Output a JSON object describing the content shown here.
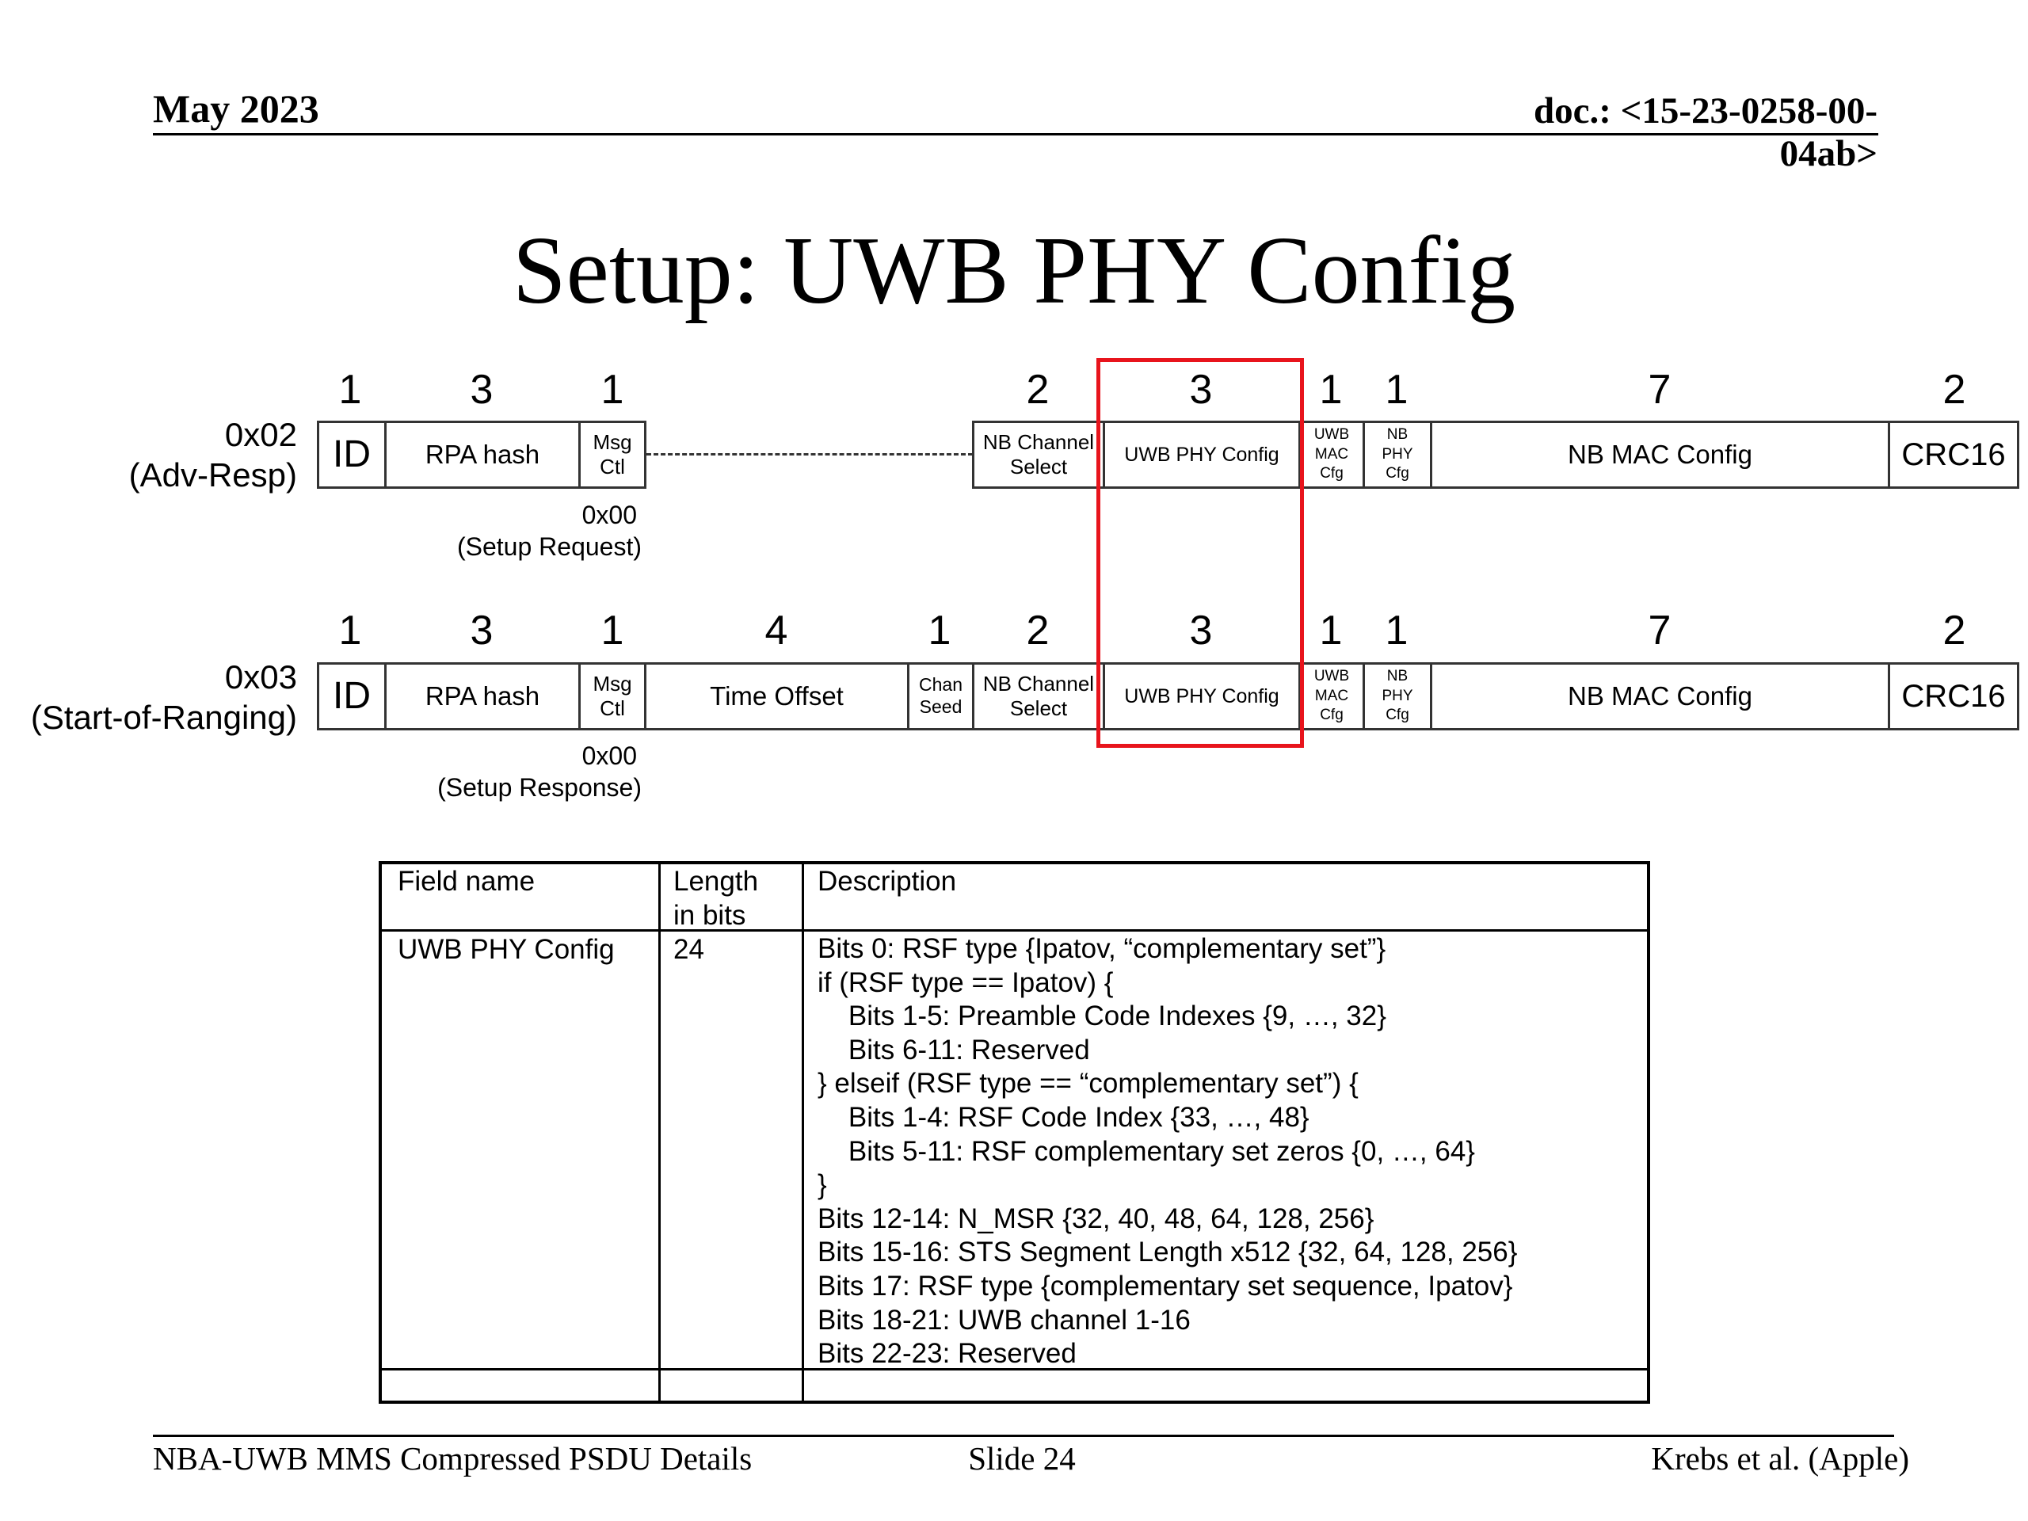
{
  "header": {
    "date": "May 2023",
    "doc": "doc.: <15-23-0258-00-04ab>"
  },
  "title": "Setup: UWB PHY Config",
  "diagram": {
    "highlight_color": "#e8141c",
    "row1": {
      "label_code": "0x02",
      "label_name": "(Adv-Resp)",
      "numbers": [
        "1",
        "3",
        "1",
        "2",
        "3",
        "1",
        "1",
        "7",
        "2"
      ],
      "fields": {
        "id": "ID",
        "rpa_hash": "RPA hash",
        "msg_ctl_1": "Msg",
        "msg_ctl_2": "Ctl",
        "nb_channel_1": "NB Channel",
        "nb_channel_2": "Select",
        "uwb_phy_config": "UWB PHY Config",
        "uwb_mac_1": "UWB",
        "uwb_mac_2": "MAC",
        "uwb_mac_3": "Cfg",
        "nb_phy_1": "NB",
        "nb_phy_2": "PHY",
        "nb_phy_3": "Cfg",
        "nb_mac_config": "NB MAC Config",
        "crc16": "CRC16"
      },
      "sub_code": "0x00",
      "sub_name": "(Setup Request)"
    },
    "row2": {
      "label_code": "0x03",
      "label_name": "(Start-of-Ranging)",
      "numbers": [
        "1",
        "3",
        "1",
        "4",
        "1",
        "2",
        "3",
        "1",
        "1",
        "7",
        "2"
      ],
      "fields": {
        "id": "ID",
        "rpa_hash": "RPA hash",
        "msg_ctl_1": "Msg",
        "msg_ctl_2": "Ctl",
        "time_offset": "Time Offset",
        "chan_seed_1": "Chan",
        "chan_seed_2": "Seed",
        "nb_channel_1": "NB Channel",
        "nb_channel_2": "Select",
        "uwb_phy_config": "UWB PHY Config",
        "uwb_mac_1": "UWB",
        "uwb_mac_2": "MAC",
        "uwb_mac_3": "Cfg",
        "nb_phy_1": "NB",
        "nb_phy_2": "PHY",
        "nb_phy_3": "Cfg",
        "nb_mac_config": "NB MAC Config",
        "crc16": "CRC16"
      },
      "sub_code": "0x00",
      "sub_name": "(Setup Response)"
    }
  },
  "table": {
    "headers": {
      "field_name": "Field name",
      "length_1": "Length",
      "length_2": "in bits",
      "description": "Description"
    },
    "row": {
      "field_name": "UWB PHY Config",
      "length": "24",
      "description_lines": [
        "Bits 0: RSF type {Ipatov, “complementary set”}",
        "if (RSF type == Ipatov) {",
        "    Bits 1-5: Preamble Code Indexes {9, …, 32}",
        "    Bits 6-11: Reserved",
        "} elseif (RSF type == “complementary set”) {",
        "    Bits 1-4: RSF Code Index {33, …, 48}",
        "    Bits 5-11: RSF complementary set zeros {0, …, 64}",
        "}",
        "Bits 12-14: N_MSR {32, 40, 48, 64, 128, 256}",
        "Bits 15-16: STS Segment Length x512 {32, 64, 128, 256}",
        "Bits 17: RSF type {complementary set sequence, Ipatov}",
        "Bits 18-21: UWB channel 1-16",
        "Bits 22-23: Reserved"
      ]
    }
  },
  "footer": {
    "left": "NBA-UWB MMS Compressed PSDU Details",
    "center": "Slide 24",
    "right": "Krebs et al. (Apple)"
  }
}
